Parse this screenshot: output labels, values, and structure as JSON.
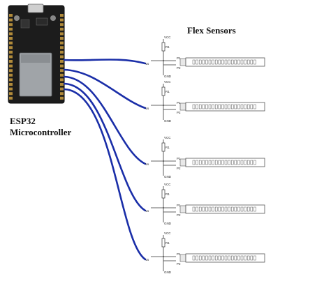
{
  "title": "Flex Sensors",
  "microcontroller": {
    "line1": "ESP32",
    "line2": "Microcontroller"
  },
  "circuit_labels": {
    "vcc": "VCC",
    "gnd": "GND",
    "r1": "R1",
    "vo": "Vo",
    "p1": "P1",
    "p2": "P2"
  },
  "sensor_count": 5,
  "colors": {
    "wire": "#1a2ea8",
    "board": "#1c1c1c",
    "board_border": "#0a0a0a",
    "module": "#a0a4a8",
    "sensor_fill": "#ffffff",
    "sensor_stroke": "#555555",
    "schematic_line": "#333333"
  }
}
